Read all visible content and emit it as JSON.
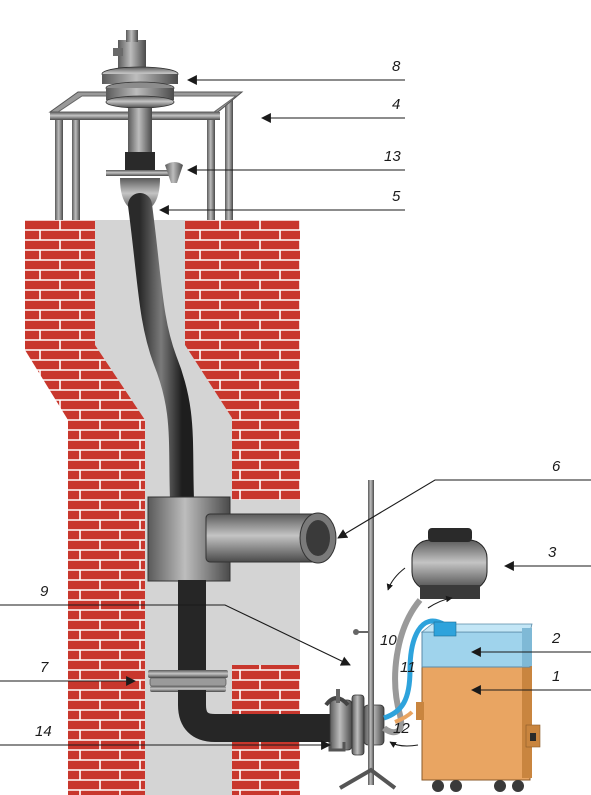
{
  "callouts": [
    {
      "id": "8",
      "label": "8"
    },
    {
      "id": "4",
      "label": "4"
    },
    {
      "id": "13",
      "label": "13"
    },
    {
      "id": "5",
      "label": "5"
    },
    {
      "id": "6",
      "label": "6"
    },
    {
      "id": "3",
      "label": "3"
    },
    {
      "id": "9",
      "label": "9"
    },
    {
      "id": "2",
      "label": "2"
    },
    {
      "id": "10",
      "label": "10"
    },
    {
      "id": "11",
      "label": "11"
    },
    {
      "id": "7",
      "label": "7"
    },
    {
      "id": "1",
      "label": "1"
    },
    {
      "id": "12",
      "label": "12"
    },
    {
      "id": "14",
      "label": "14"
    }
  ],
  "colors": {
    "brick": "#c8372d",
    "mortar": "#ffffff",
    "shaft": "#d4d4d4",
    "pipe": "#2a2a2a",
    "metal": "#8a8a8a",
    "tank": "#e9a562",
    "tank_top": "#9fd3ec",
    "hose_blue": "#2ea3dc"
  }
}
